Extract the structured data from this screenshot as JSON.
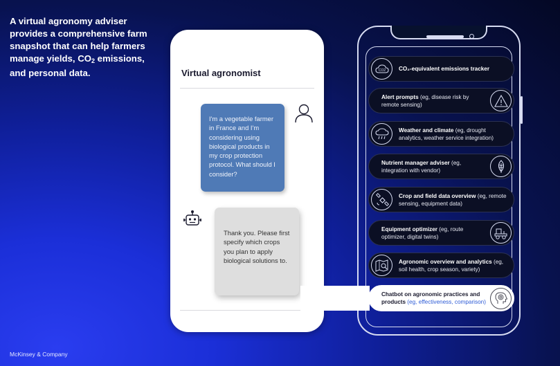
{
  "headline": {
    "pre": "A virtual agronomy adviser provides a comprehensive farm snapshot that can help farmers manage yields, CO",
    "sub": "2",
    "post": " emissions, and personal data."
  },
  "footer": "McKinsey & Company",
  "chat": {
    "title": "Virtual agronomist",
    "user_message": "I'm a vegetable farmer in France and I'm considering using biological products in my crop protection protocol. What should I consider?",
    "bot_message": "Thank you. Please first specify which crops you plan to apply biological solutions to."
  },
  "features": [
    {
      "title": "CO₂-equivalent emissions tracker",
      "detail": "",
      "icon": "co2-cloud-icon"
    },
    {
      "title": "Alert prompts",
      "detail": " (eg, disease risk by remote sensing)",
      "icon": "warning-triangle-icon"
    },
    {
      "title": "Weather and climate",
      "detail": " (eg, drought analytics, weather service integration)",
      "icon": "rain-cloud-icon"
    },
    {
      "title": "Nutrient manager adviser",
      "detail": " (eg, integration with vendor)",
      "icon": "leaf-icon"
    },
    {
      "title": "Crop and field data overview",
      "detail": " (eg, remote sensing, equipment data)",
      "icon": "satellite-icon"
    },
    {
      "title": "Equipment optimizer",
      "detail": " (eg, route optimizer, digital twins)",
      "icon": "tractor-icon"
    },
    {
      "title": "Agronomic overview and analytics",
      "detail": " (eg, soil health, crop season, variety)",
      "icon": "map-search-icon"
    },
    {
      "title": "Chatbot on agronomic practices and products",
      "detail": " (eg, effectiveness, comparison)",
      "icon": "brain-head-icon"
    }
  ],
  "colors": {
    "user_bubble": "#4f7ab6",
    "bot_bubble": "#dedede",
    "feature_bg": "#0b0f24",
    "highlight_text": "#2d5bd6"
  }
}
